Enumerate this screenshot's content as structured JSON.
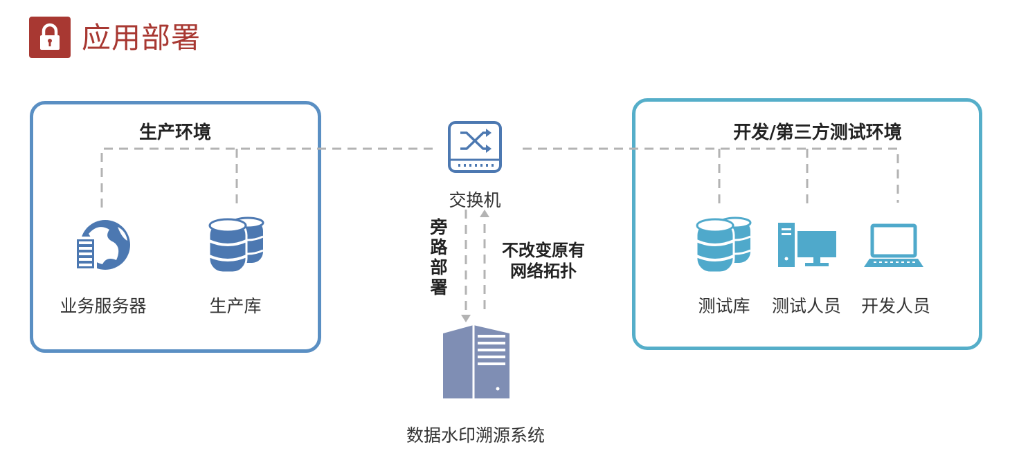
{
  "title": "应用部署",
  "colors": {
    "title_red": "#a83832",
    "production_border": "#5a8fc3",
    "testing_border": "#55aec9",
    "production_icon": "#4c78b1",
    "testing_icon": "#4fa9cb",
    "watermark_icon": "#7f8eb4",
    "dashed_line": "#b3b3b3"
  },
  "production": {
    "title": "生产环境",
    "business_server_label": "业务服务器",
    "production_db_label": "生产库"
  },
  "switch": {
    "label": "交换机"
  },
  "testing": {
    "title": "开发/第三方测试环境",
    "test_db_label": "测试库",
    "tester_label": "测试人员",
    "developer_label": "开发人员"
  },
  "deployment": {
    "bypass_label": "旁路部署",
    "topology_line1": "不改变原有",
    "topology_line2": "网络拓扑"
  },
  "watermark_system": {
    "label": "数据水印溯源系统"
  }
}
